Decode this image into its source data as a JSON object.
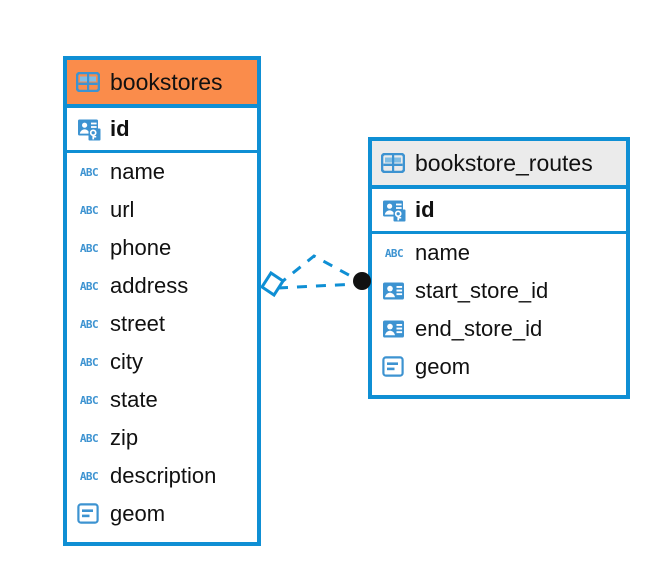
{
  "diagram": {
    "type": "entity-relationship-diagram",
    "background_color": "#ffffff",
    "accent_color": "#0f8fd4",
    "highlight_color": "#fa8c4b",
    "header_grey_color": "#ebebeb",
    "entities": [
      {
        "name": "bookstores",
        "header_style": "orange",
        "icon": "table-icon",
        "columns": [
          {
            "label": "id",
            "icon": "primary-key-icon",
            "primary_key": true
          },
          {
            "label": "name",
            "icon": "abc-text-icon",
            "primary_key": false
          },
          {
            "label": "url",
            "icon": "abc-text-icon",
            "primary_key": false
          },
          {
            "label": "phone",
            "icon": "abc-text-icon",
            "primary_key": false
          },
          {
            "label": "address",
            "icon": "abc-text-icon",
            "primary_key": false
          },
          {
            "label": "street",
            "icon": "abc-text-icon",
            "primary_key": false
          },
          {
            "label": "city",
            "icon": "abc-text-icon",
            "primary_key": false
          },
          {
            "label": "state",
            "icon": "abc-text-icon",
            "primary_key": false
          },
          {
            "label": "zip",
            "icon": "abc-text-icon",
            "primary_key": false
          },
          {
            "label": "description",
            "icon": "abc-text-icon",
            "primary_key": false
          },
          {
            "label": "geom",
            "icon": "geometry-icon",
            "primary_key": false
          }
        ]
      },
      {
        "name": "bookstore_routes",
        "header_style": "grey",
        "icon": "table-icon",
        "columns": [
          {
            "label": "id",
            "icon": "primary-key-icon",
            "primary_key": true
          },
          {
            "label": "name",
            "icon": "abc-text-icon",
            "primary_key": false
          },
          {
            "label": "start_store_id",
            "icon": "foreign-key-icon",
            "primary_key": false
          },
          {
            "label": "end_store_id",
            "icon": "foreign-key-icon",
            "primary_key": false
          },
          {
            "label": "geom",
            "icon": "geometry-icon",
            "primary_key": false
          }
        ]
      }
    ],
    "relationship": {
      "from_entity": "bookstores",
      "to_entity": "bookstore_routes",
      "line_style": "dashed",
      "line_color": "#0f8fd4",
      "source_marker": "open-diamond",
      "target_marker": "filled-circle",
      "target_marker_color": "#111111"
    },
    "icon_glyphs": {
      "abc-text-icon": "ABC"
    }
  }
}
